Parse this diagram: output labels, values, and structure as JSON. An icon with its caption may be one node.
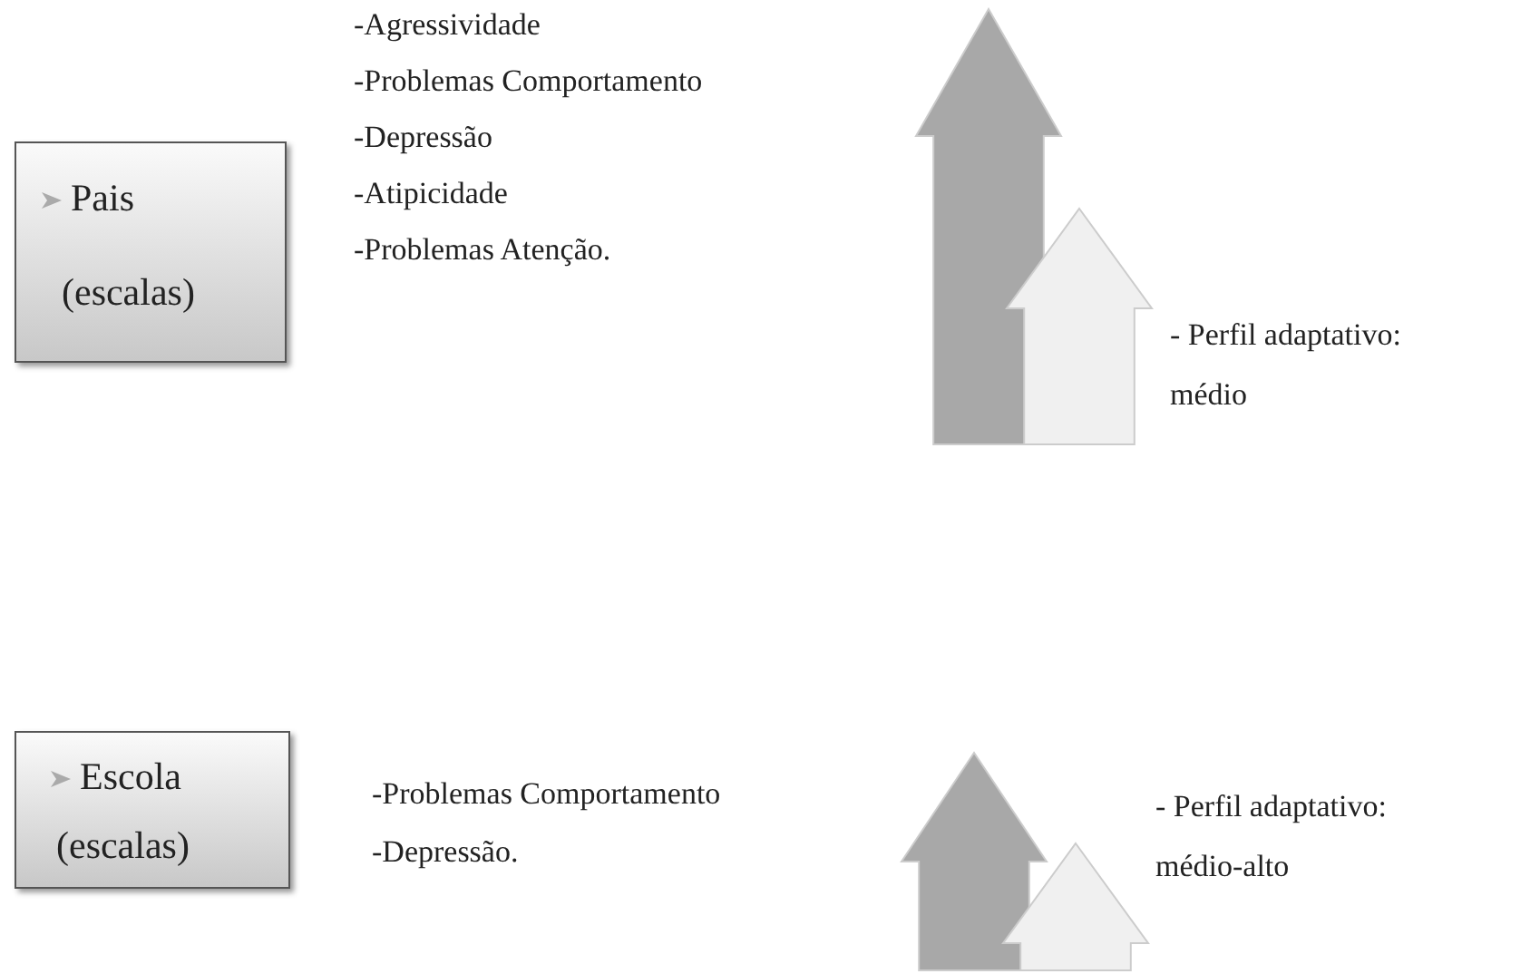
{
  "diagram": {
    "nodes": [
      {
        "text": [
          "Pais",
          "(escalas)"
        ]
      },
      {
        "text": [
          "Escola",
          "(escalas)"
        ]
      }
    ],
    "labels": [
      "-Agressividade",
      "-Problemas Comportamento",
      "-Depressão",
      "-Atipicidade",
      "-Problemas Atenção.",
      "- Perfil adaptativo: médio",
      "-Problemas Comportamento",
      "-Depressão.",
      "- Perfil adaptativo: médio-alto"
    ]
  }
}
